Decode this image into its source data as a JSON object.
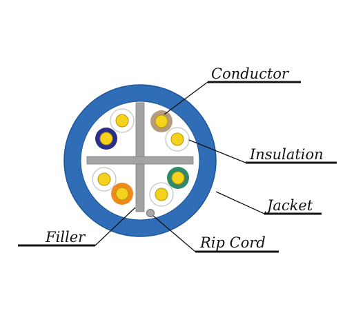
{
  "labels": {
    "conductor": "Conductor",
    "insulation": "Insulation",
    "jacket": "Jacket",
    "filler": "Filler",
    "rip_cord": "Rip Cord"
  },
  "colors": {
    "jacket": "#2f6db7",
    "jacket_inner": "#ffffff",
    "filler": "#a3a3a3",
    "filler_edge": "#7e7e7e",
    "conductor": "#f5d21d",
    "conductor_edge": "#b79400",
    "rip_cord": "#a8a8a8",
    "line": "#111111",
    "pair_blue": "#2a2f8c",
    "pair_brown": "#b59a7c",
    "pair_green": "#2f8a6c",
    "pair_orange": "#f08a1c",
    "white_stripe_tint": "#cccccc"
  },
  "pairs": [
    {
      "name": "blue",
      "wires": [
        "blue",
        "white-blue"
      ]
    },
    {
      "name": "brown",
      "wires": [
        "brown",
        "white-brown"
      ]
    },
    {
      "name": "orange",
      "wires": [
        "orange",
        "white-orange"
      ]
    },
    {
      "name": "green",
      "wires": [
        "green",
        "white-green"
      ]
    }
  ]
}
